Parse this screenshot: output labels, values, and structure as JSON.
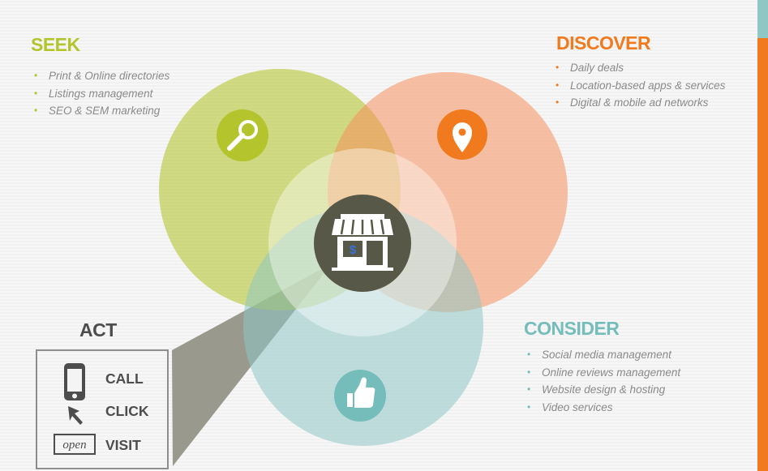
{
  "seek": {
    "title": "SEEK",
    "items": [
      "Print & Online directories",
      "Listings management",
      "SEO & SEM marketing"
    ]
  },
  "discover": {
    "title": "DISCOVER",
    "items": [
      "Daily deals",
      "Location-based apps & services",
      "Digital & mobile ad networks"
    ]
  },
  "consider": {
    "title": "CONSIDER",
    "items": [
      "Social media management",
      "Online reviews management",
      "Website design & hosting",
      "Video services"
    ]
  },
  "act": {
    "title": "ACT",
    "call": "CALL",
    "click": "CLICK",
    "visit": "VISIT"
  },
  "store": {
    "sign": "$"
  },
  "open_sign": "open",
  "icons": {
    "seek": "magnifier-icon",
    "discover": "map-pin-icon",
    "consider": "thumbs-up-icon",
    "center": "storefront-icon",
    "call": "smartphone-icon",
    "click": "cursor-arrow-icon",
    "visit": "open-sign-icon"
  },
  "colors": {
    "seek": "#b3c42d",
    "discover": "#f07a1d",
    "consider": "#75bdbb",
    "center": "#585848",
    "act": "#4d4d4d",
    "beam": "#8c8c80"
  }
}
